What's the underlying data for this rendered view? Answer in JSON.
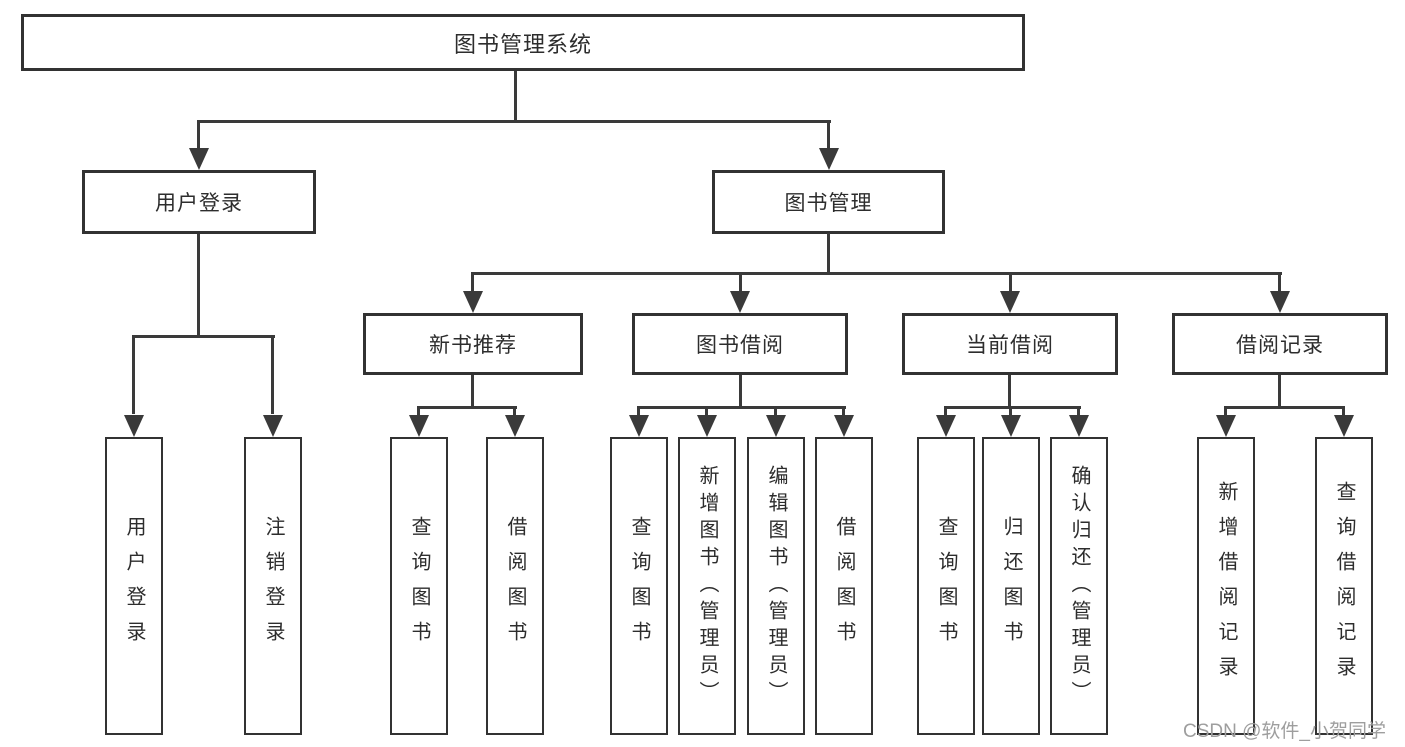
{
  "tree": {
    "root": {
      "label": "图书管理系统"
    },
    "branches": [
      {
        "label": "用户登录",
        "children": [
          {
            "label": "用户登录"
          },
          {
            "label": "注销登录"
          }
        ]
      },
      {
        "label": "图书管理",
        "children": [
          {
            "label": "新书推荐",
            "children": [
              {
                "label": "查询图书"
              },
              {
                "label": "借阅图书"
              }
            ]
          },
          {
            "label": "图书借阅",
            "children": [
              {
                "label": "查询图书"
              },
              {
                "label": "新增图书（管理员）"
              },
              {
                "label": "编辑图书（管理员）"
              },
              {
                "label": "借阅图书"
              }
            ]
          },
          {
            "label": "当前借阅",
            "children": [
              {
                "label": "查询图书"
              },
              {
                "label": "归还图书"
              },
              {
                "label": "确认归还（管理员）"
              }
            ]
          },
          {
            "label": "借阅记录",
            "children": [
              {
                "label": "新增借阅记录"
              },
              {
                "label": "查询借阅记录"
              }
            ]
          }
        ]
      }
    ]
  },
  "watermark": "CSDN @软件_小贺同学",
  "colors": {
    "line": "#3a3a3a",
    "box_border": "#323232",
    "text": "#2d2d2d",
    "watermark": "#9e9e9e",
    "background": "#ffffff"
  }
}
